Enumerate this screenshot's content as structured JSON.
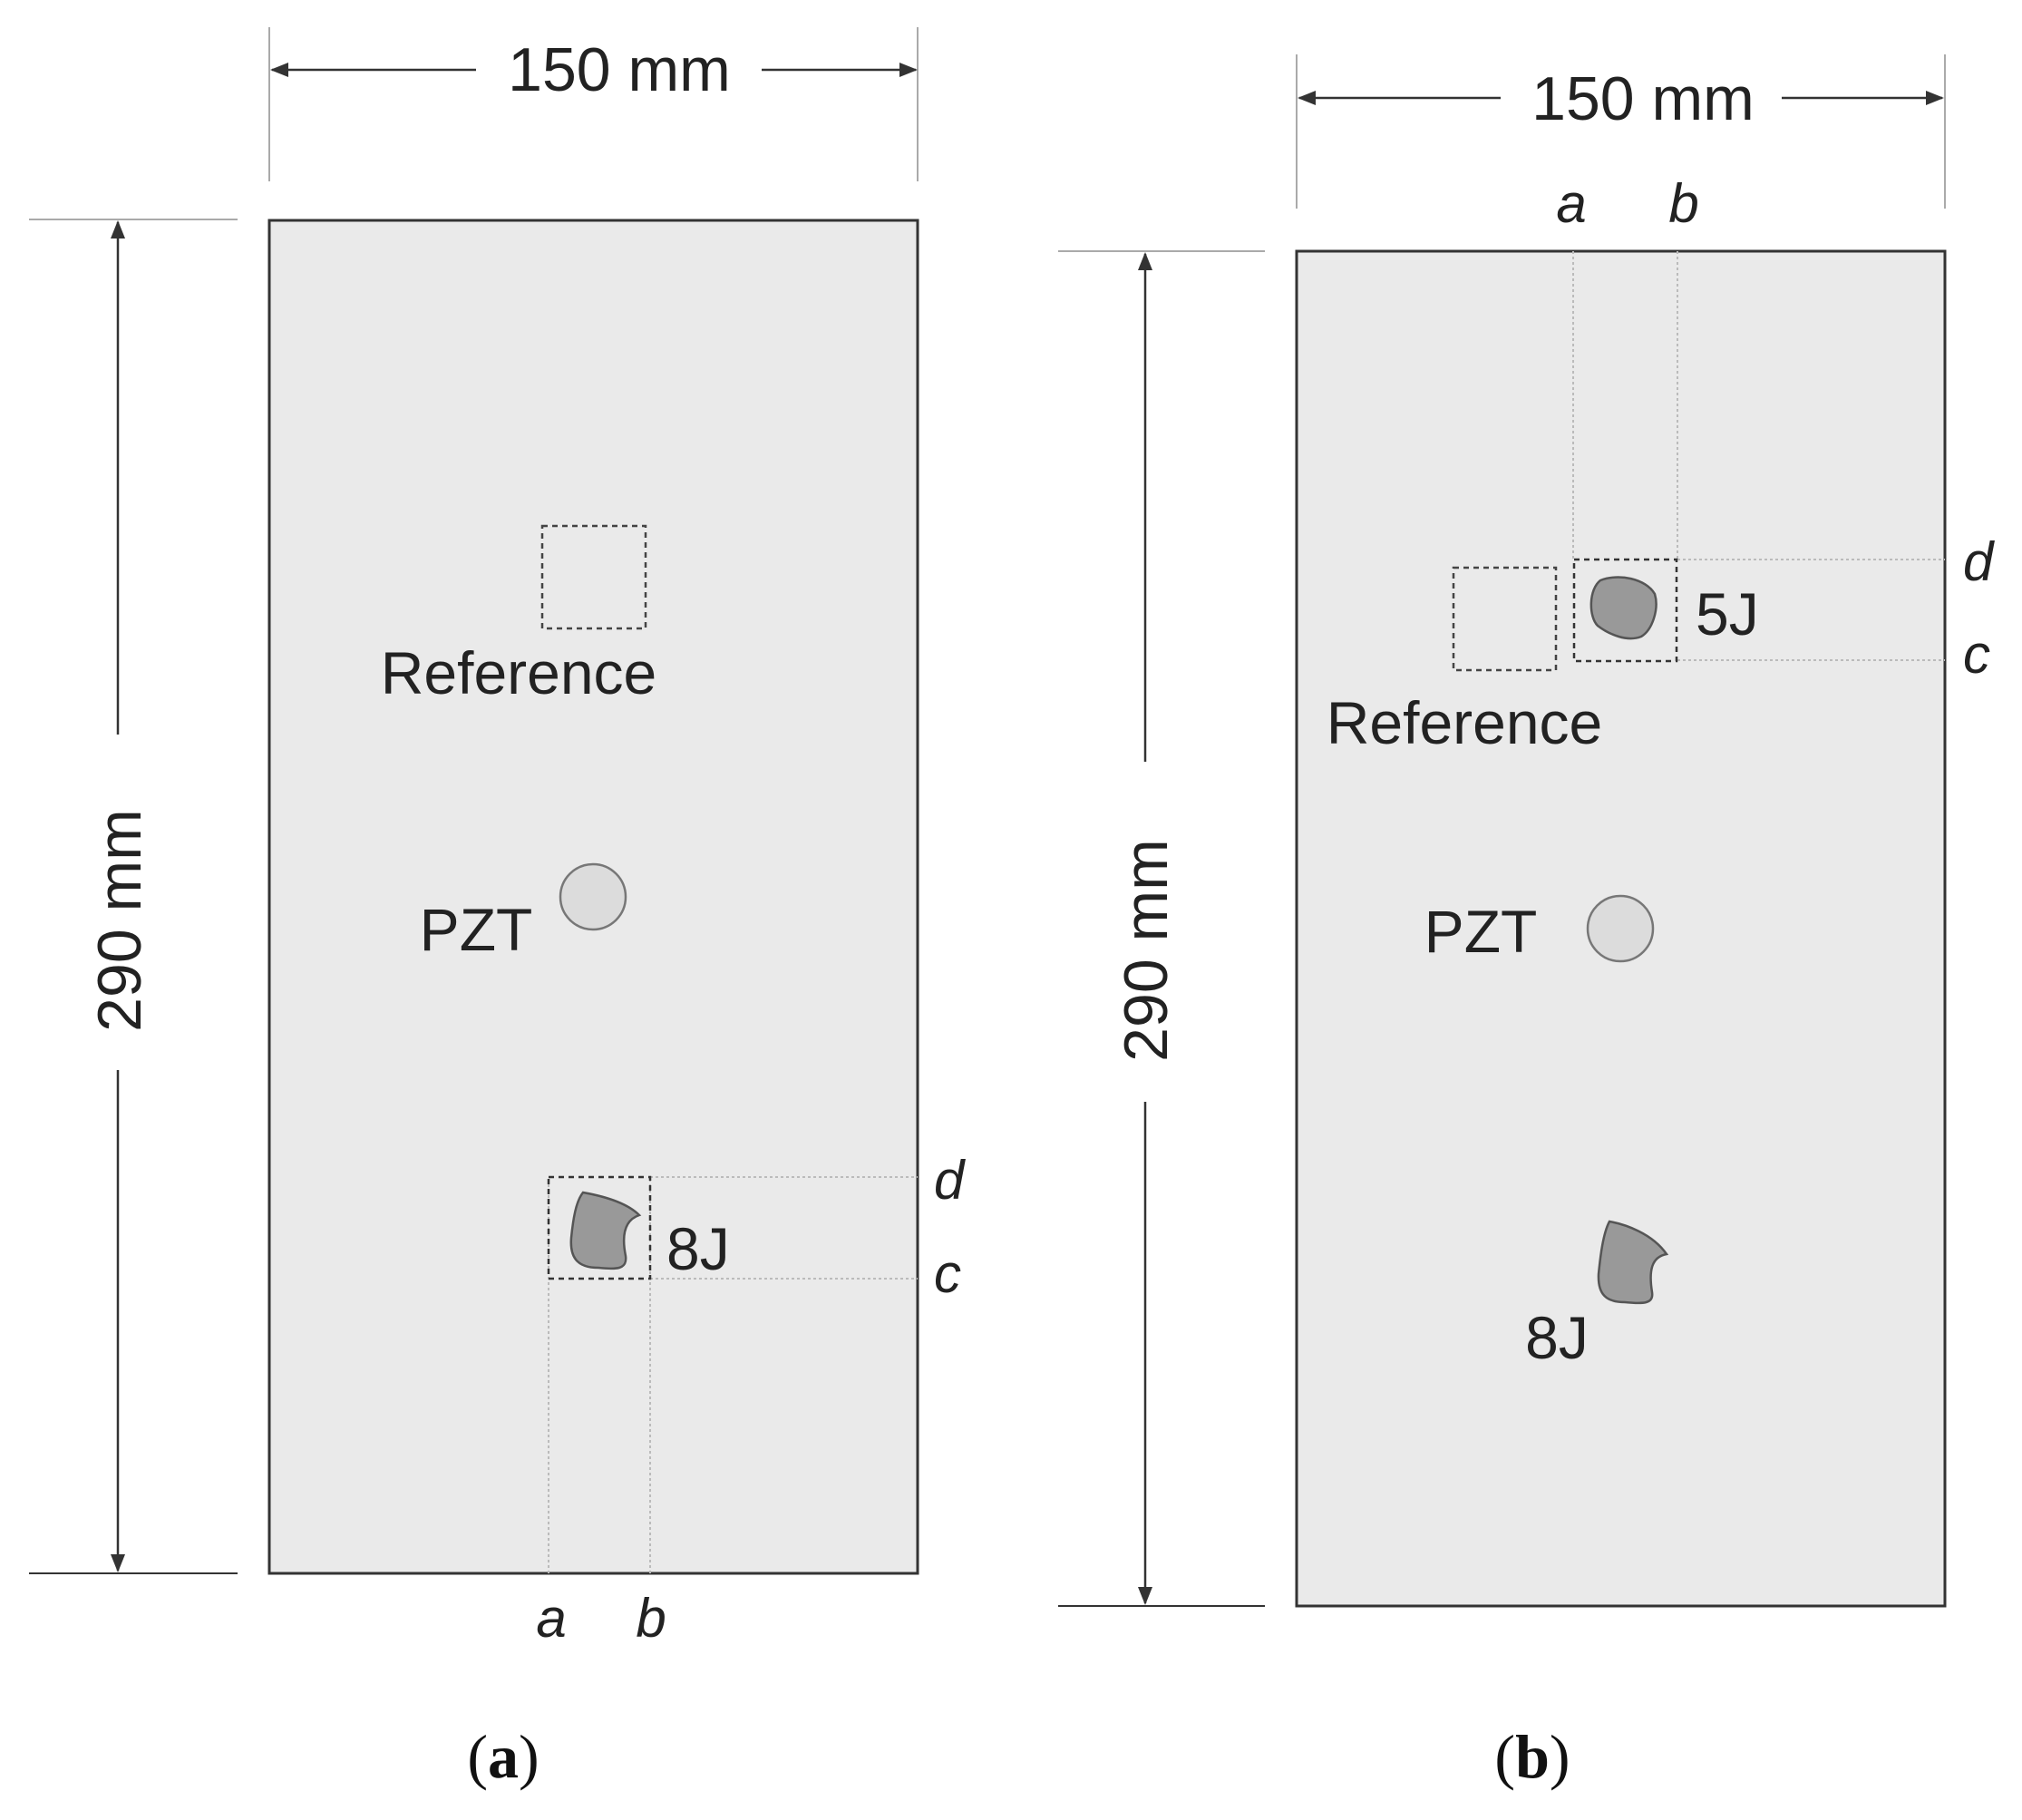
{
  "panels": [
    {
      "width_label": "150 mm",
      "height_label": "290 mm",
      "reference_label": "Reference",
      "pzt_label": "PZT",
      "impacts": [
        "8J"
      ],
      "grid_labels": {
        "a": "a",
        "b": "b",
        "c": "c",
        "d": "d"
      },
      "caption_letter": "a"
    },
    {
      "width_label": "150 mm",
      "height_label": "290 mm",
      "reference_label": "Reference",
      "pzt_label": "PZT",
      "impacts": [
        "5J",
        "8J"
      ],
      "grid_labels": {
        "a": "a",
        "b": "b",
        "c": "c",
        "d": "d"
      },
      "caption_letter": "b"
    }
  ],
  "colors": {
    "plate": "#eaeaea",
    "damage": "#999999",
    "pzt": "#dcdcdc",
    "line": "#333333"
  }
}
